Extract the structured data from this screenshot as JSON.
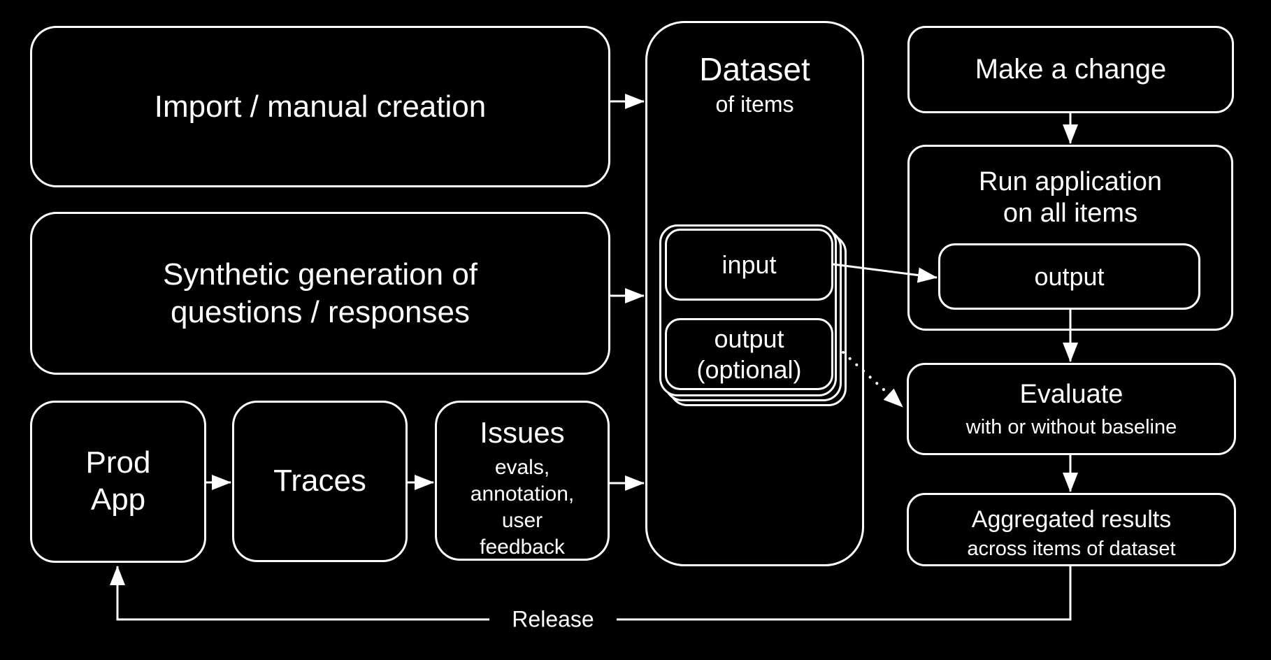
{
  "colors": {
    "background": "#000000",
    "stroke": "#ffffff",
    "text": "#ffffff"
  },
  "sources": {
    "import_box": {
      "label": "Import / manual creation"
    },
    "synthetic_box": {
      "label": "Synthetic generation of\nquestions / responses"
    },
    "prod_app_box": {
      "label": "Prod\nApp"
    },
    "traces_box": {
      "label": "Traces"
    },
    "issues_box": {
      "title": "Issues",
      "subtitle": "evals,\nannotation,\nuser\nfeedback"
    }
  },
  "dataset": {
    "title": "Dataset",
    "subtitle": "of items",
    "item": {
      "input_label": "input",
      "output_label": "output\n(optional)"
    }
  },
  "pipeline": {
    "make_change_box": {
      "label": "Make a change"
    },
    "run_app_box": {
      "title": "Run application\non all items",
      "output_label": "output"
    },
    "evaluate_box": {
      "title": "Evaluate",
      "subtitle": "with or without baseline"
    },
    "aggregated_box": {
      "title": "Aggregated results",
      "subtitle": "across items of dataset"
    }
  },
  "release_label": "Release"
}
